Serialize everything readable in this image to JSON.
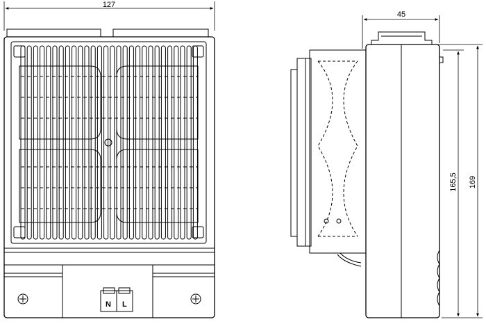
{
  "figure": {
    "dimensions": {
      "front_width": "127",
      "side_depth": "45",
      "height_inner": "165,5",
      "height_outer": "169"
    },
    "terminal_labels": {
      "neutral": "N",
      "line": "L"
    }
  }
}
